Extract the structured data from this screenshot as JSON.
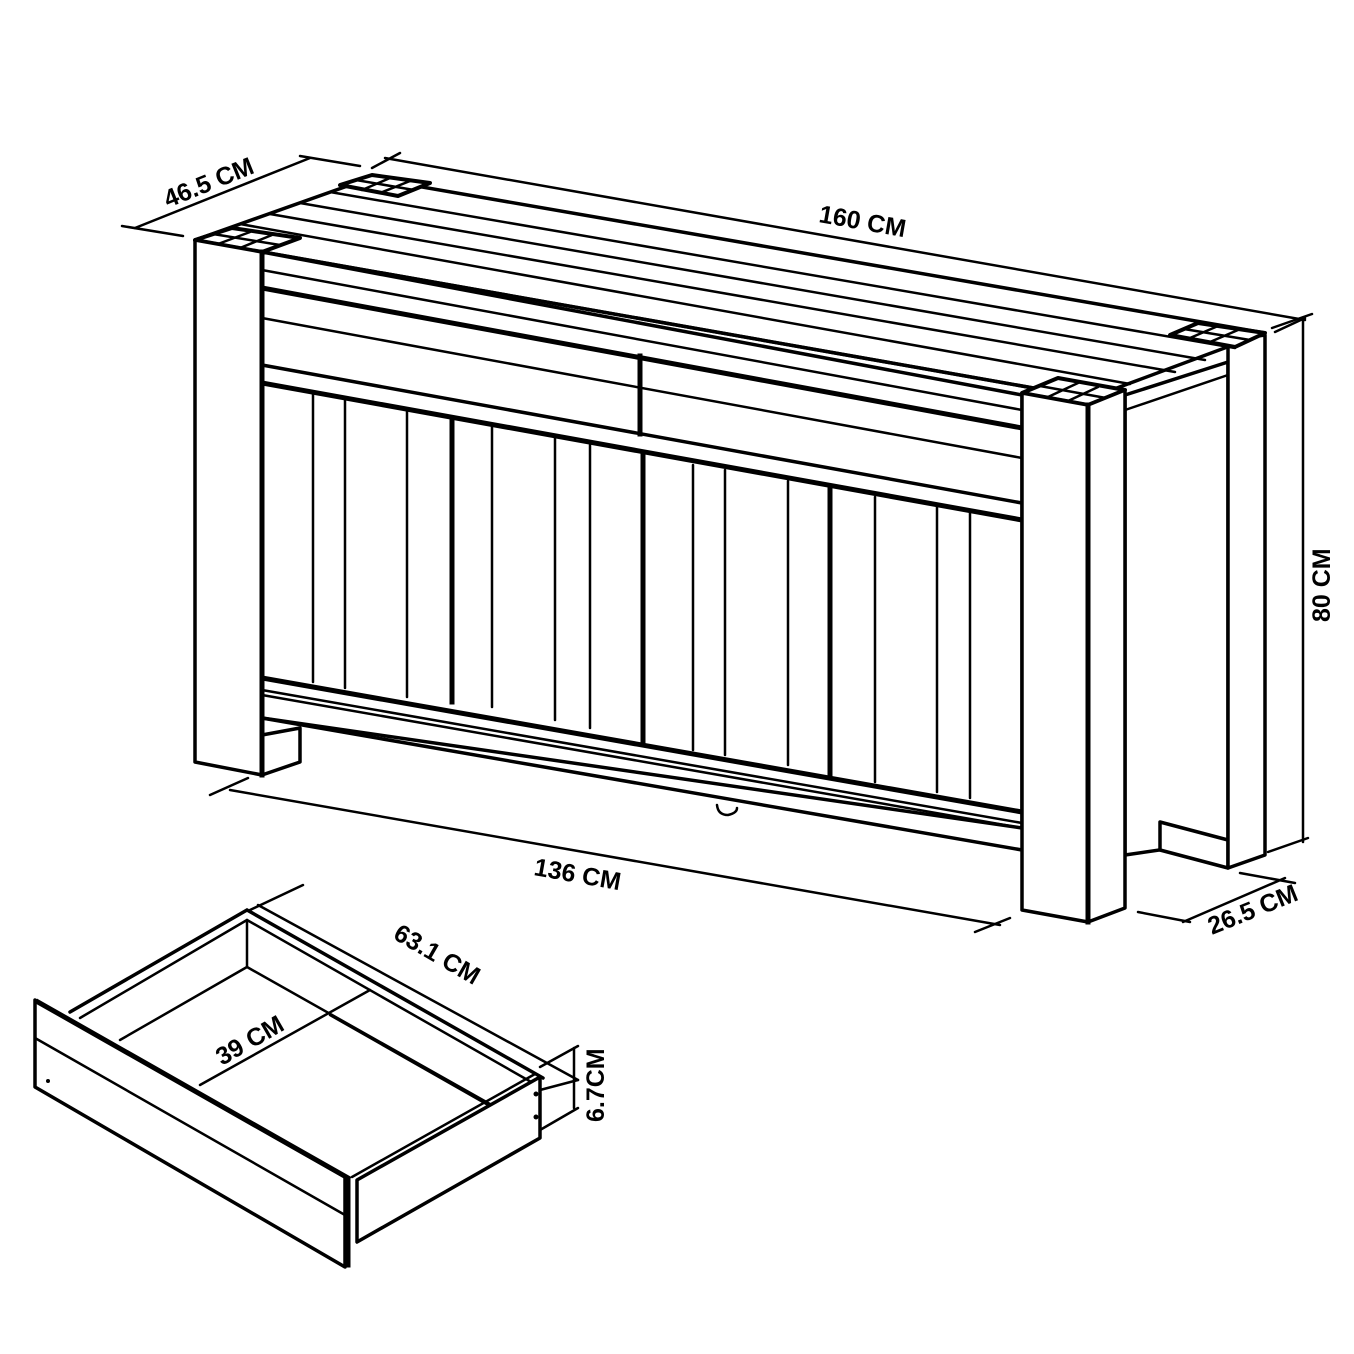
{
  "diagram": {
    "type": "furniture-dimension-drawing",
    "subject": "sideboard with two drawers and four doors, plus drawer detail",
    "line_color": "#000000",
    "background_color": "#ffffff"
  },
  "sideboard": {
    "dimensions": {
      "depth": "46.5 CM",
      "width": "160 CM",
      "height": "80 CM",
      "inner_width": "136 CM",
      "leg_depth": "26.5 CM"
    },
    "features": {
      "drawers": 2,
      "doors": 4,
      "corner_caps": 4
    }
  },
  "drawer": {
    "dimensions": {
      "length": "63.1 CM",
      "inner_width": "39 CM",
      "height": "6.7CM"
    }
  }
}
